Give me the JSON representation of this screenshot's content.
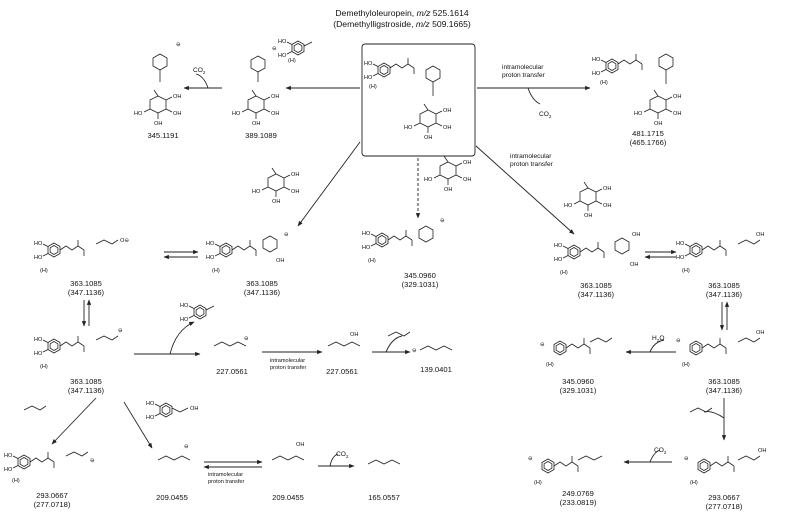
{
  "header": {
    "line1_prefix": "Demethyloleuropein, ",
    "line1_mz": "m/z",
    "line1_value": " 525.1614",
    "line2_prefix": "(Demethylligstroside, ",
    "line2_mz": "m/z",
    "line2_value": " 509.1665)"
  },
  "annotations": {
    "co2_a": "CO",
    "co2_b": "CO",
    "co2_c": "CO",
    "co2_d": "CO",
    "h2o": "H",
    "ipt_top_1": "intramolecular",
    "ipt_top_2": "proton transfer",
    "ipt_mid_1": "intramolecular",
    "ipt_mid_2": "proton transfer",
    "ipt_c_1": "intramolecular",
    "ipt_c_2": "proton transfer",
    "ipt_b_1": "intramolecular",
    "ipt_b_2": "proton transfer",
    "h_marker": "(H)"
  },
  "masses": {
    "m345_1191": "345.1191",
    "m389_1089": "389.1089",
    "m481": "481.1715",
    "m481b": "(465.1766)",
    "m345_0960": "345.0960",
    "m329_1031": "(329.1031)",
    "r1a": "363.1085",
    "r1b": "(347.1136)",
    "r2a": "363.1085",
    "r2b": "(347.1136)",
    "r3a": "363.1085",
    "r3b": "(347.1136)",
    "r4a": "363.1085",
    "r4b": "(347.1136)",
    "r5a": "363.1085",
    "r5b": "(347.1136)",
    "m227a": "227.0561",
    "m227b": "227.0561",
    "m139": "139.0401",
    "m345b": "345.0960",
    "m329b": "(329.1031)",
    "r6a": "363.1085",
    "r6b": "(347.1136)",
    "m293a": "293.0667",
    "m293a_b": "(277.0718)",
    "m209a": "209.0455",
    "m209b": "209.0455",
    "m165": "165.0557",
    "m249": "249.0769",
    "m249b": "(233.0819)",
    "m293b": "293.0667",
    "m293b_b": "(277.0718)"
  }
}
